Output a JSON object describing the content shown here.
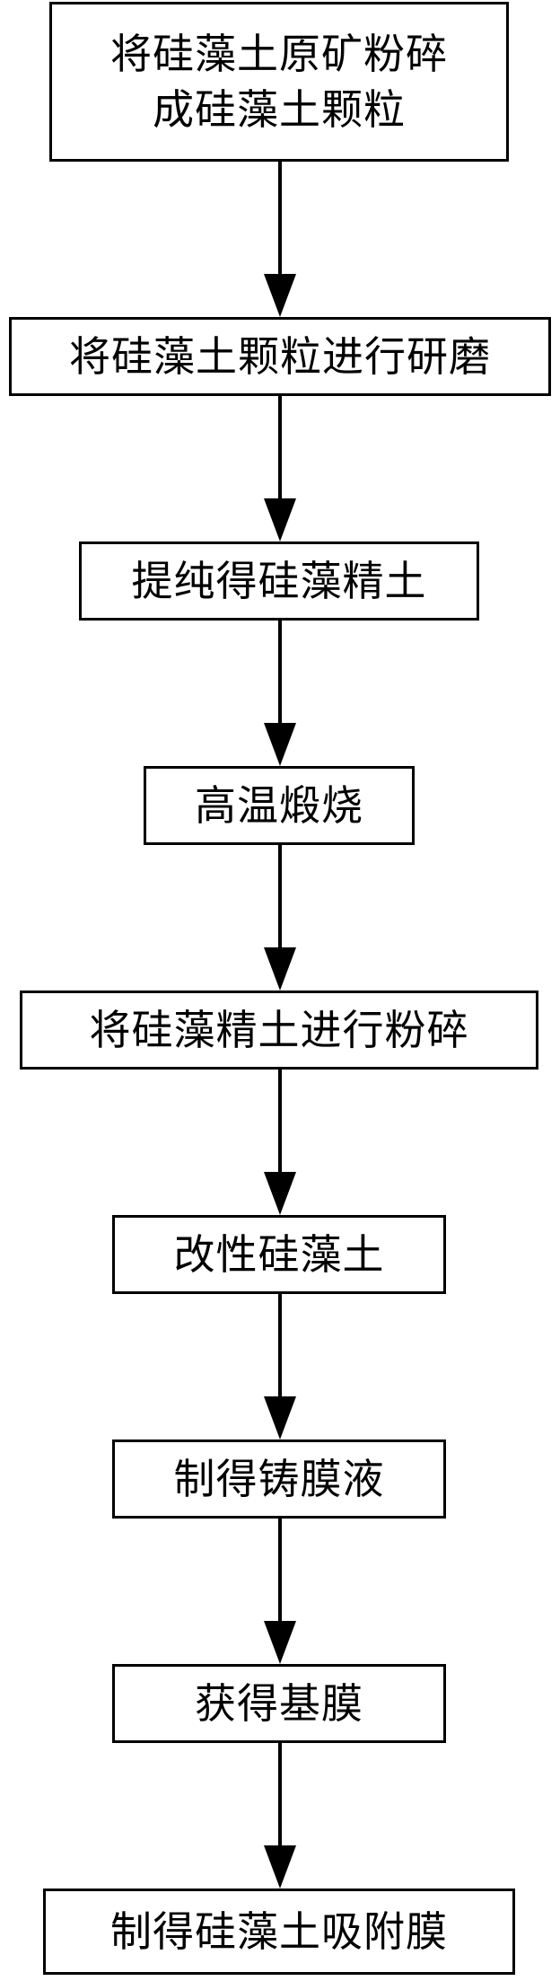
{
  "steps": [
    {
      "label": "将硅藻土原矿粉碎\n成硅藻土颗粒"
    },
    {
      "label": "将硅藻土颗粒进行研磨"
    },
    {
      "label": "提纯得硅藻精土"
    },
    {
      "label": "高温煅烧"
    },
    {
      "label": "将硅藻精土进行粉碎"
    },
    {
      "label": "改性硅藻土"
    },
    {
      "label": "制得铸膜液"
    },
    {
      "label": "获得基膜"
    },
    {
      "label": "制得硅藻土吸附膜"
    }
  ],
  "colors": {
    "stroke": "#000000",
    "fill": "#ffffff"
  }
}
